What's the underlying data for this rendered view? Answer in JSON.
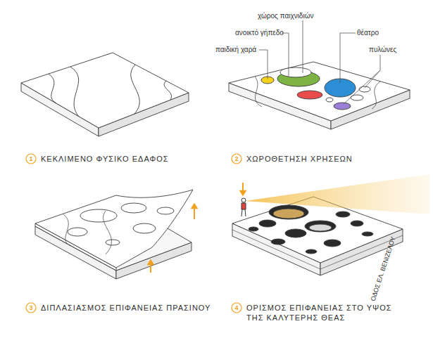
{
  "diagram": {
    "nodes": [
      {
        "text": [
          "1"
        ]
      },
      {
        "text": [
          "2"
        ]
      },
      {
        "text": [
          "3"
        ]
      },
      {
        "text": [
          "4"
        ]
      }
    ],
    "labels": [
      "ΚΕΚΛΙΜΕΝΟ ΦΥΣΙΚΟ ΕΔΑΦΟΣ",
      "χώρος παιχνιδιών",
      "ανοικτό γήπεδο",
      "θέατρο",
      "παιδική χαρά",
      "πυλώνες",
      "ΧΩΡΟΘΕΤΗΣΗ ΧΡΗΣΕΩΝ",
      "ΟΔΟΣ ΕΛ. ΒΕΝΙΖΕΛΟΥ",
      "ΔΙΠΛΑΣΙΑΣΜΟΣ ΕΠΙΦΑΝΕΙΑΣ ΠΡΑΣΙΝΟΥ",
      "ΟΡΙΣΜΟΣ ΕΠΙΦΑΝΕΙΑΣ ΣΤΟ ΥΨΟΣ ΤΗΣ ΚΑΛΥΤΕΡΗΣ ΘΕΑΣ"
    ]
  }
}
